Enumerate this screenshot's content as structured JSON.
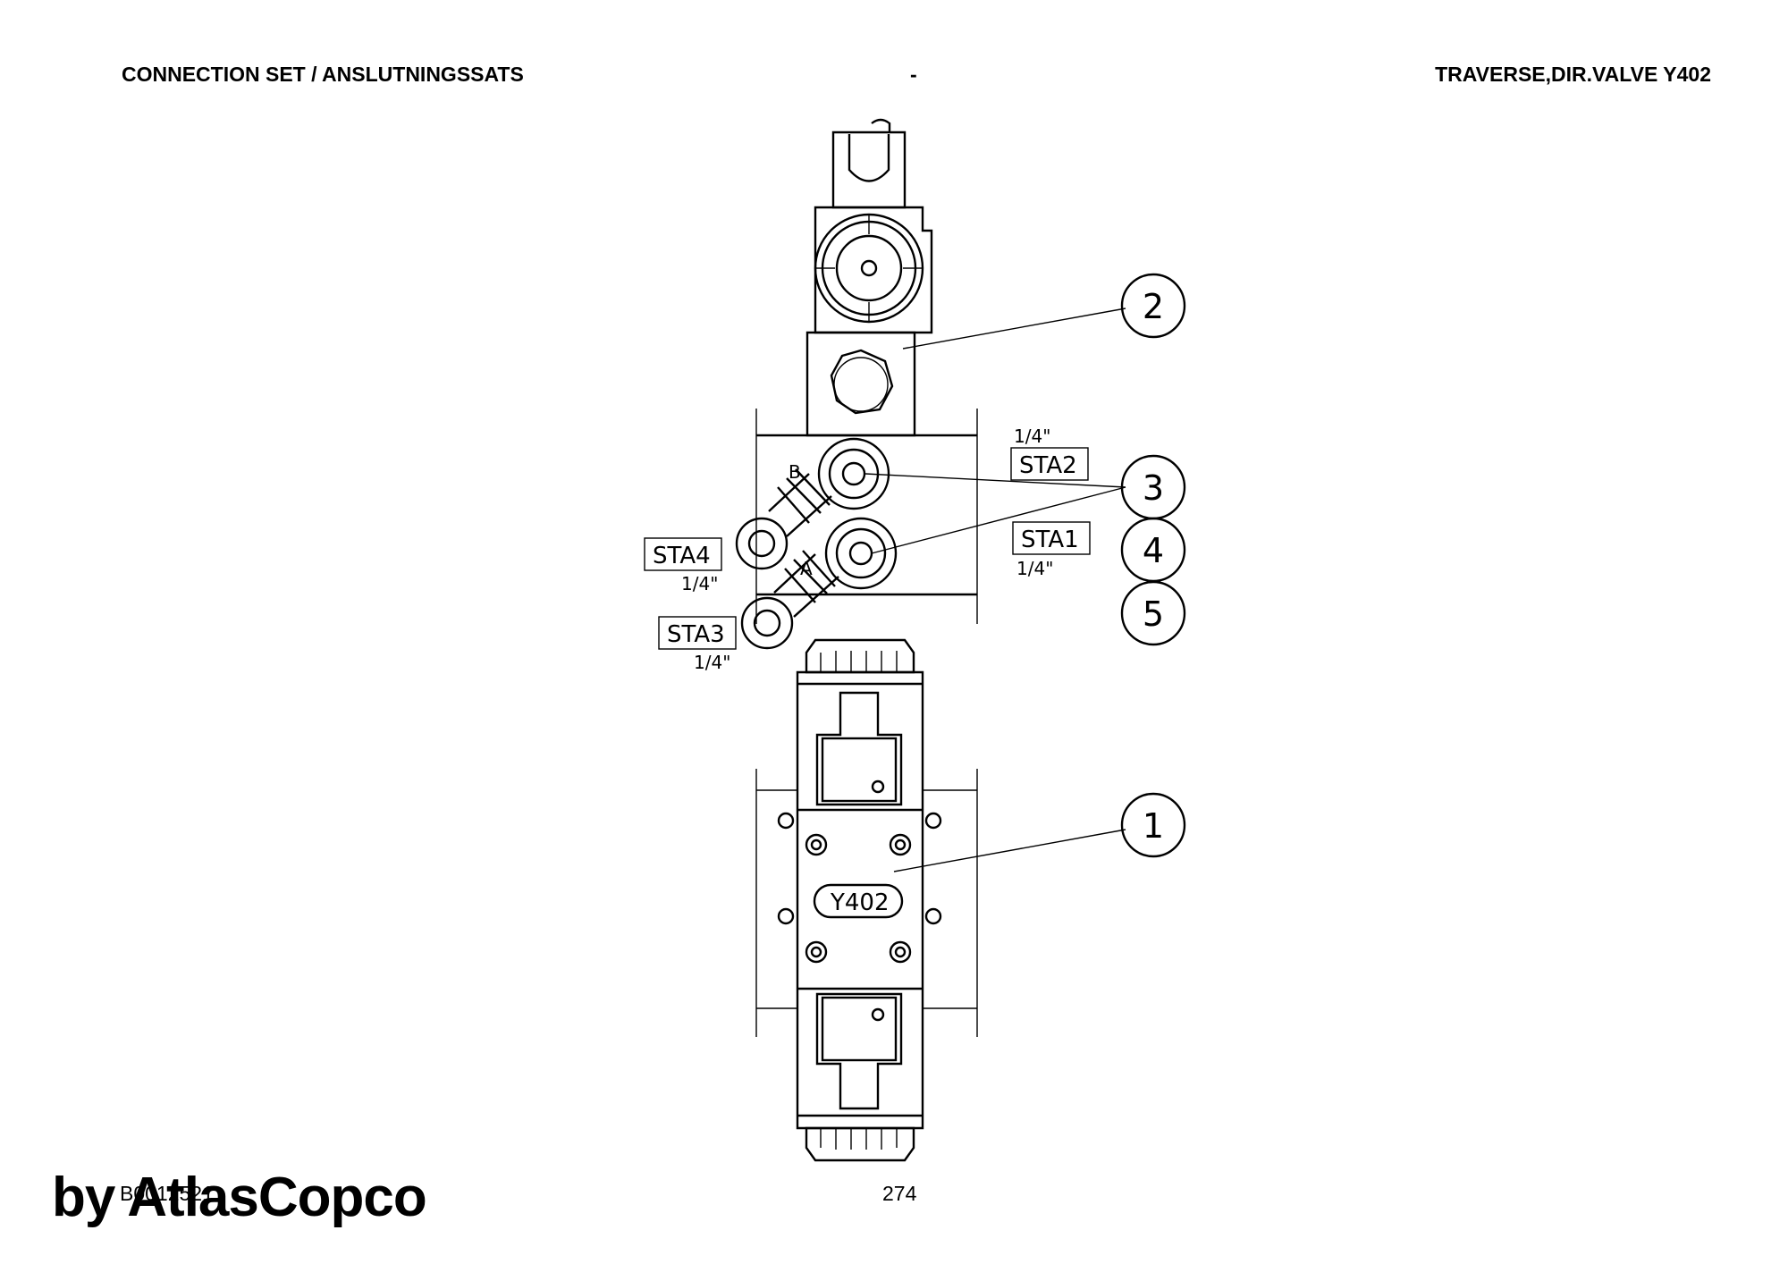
{
  "header": {
    "left": "CONNECTION SET / ANSLUTNINGSSATS",
    "middle": "-",
    "right": "TRAVERSE,DIR.VALVE Y402"
  },
  "drawing": {
    "port_labels": [
      "STA2",
      "STA1",
      "STA4",
      "STA3"
    ],
    "thread_size": "1/4\"",
    "port_letters": [
      "B",
      "A"
    ],
    "valve_label": "Y402",
    "callouts": [
      "2",
      "3",
      "4",
      "5",
      "1"
    ]
  },
  "footer": {
    "drawing_code": "B0012521",
    "page_number": "274",
    "brand": "by AtlasCopco"
  }
}
